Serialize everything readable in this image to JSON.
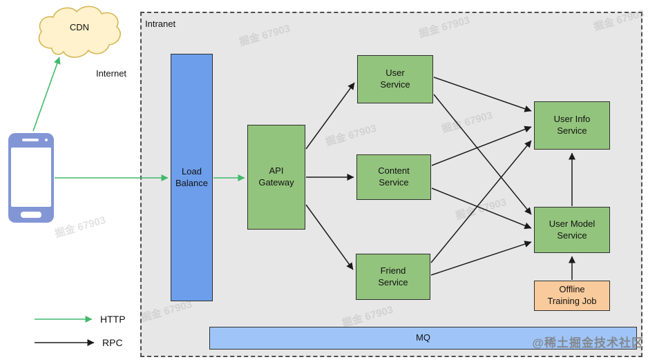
{
  "zones": {
    "internet_label": "Internet",
    "intranet_label": "Intranet"
  },
  "nodes": {
    "cdn": "CDN",
    "load_balance": "Load\nBalance",
    "api_gateway": "API\nGateway",
    "user_service": "User\nService",
    "content_service": "Content\nService",
    "friend_service": "Friend\nService",
    "user_info_service": "User Info\nService",
    "user_model_service": "User Model\nService",
    "offline_training_job": "Offline\nTraining Job",
    "mq": "MQ"
  },
  "legend": {
    "http_label": "HTTP",
    "rpc_label": "RPC"
  },
  "watermarks": {
    "tile_text": "掘金 67903",
    "brand_text": "@稀土掘金技术社区"
  },
  "colors": {
    "service_green": "#93C47D",
    "load_balance_blue": "#6D9EEB",
    "mq_blue": "#9FC5F8",
    "offline_orange": "#F9CB9C",
    "cloud_fill": "#FFF2CC",
    "cloud_border": "#D6B656",
    "http_arrow_green": "#42B96A",
    "rpc_arrow_black": "#1A1A1A",
    "intranet_background": "#E7E7E7",
    "phone_blue": "#8296D5"
  },
  "connections": [
    {
      "from": "Phone",
      "to": "CDN",
      "protocol": "HTTP"
    },
    {
      "from": "Phone",
      "to": "Load Balance",
      "protocol": "HTTP"
    },
    {
      "from": "Load Balance",
      "to": "API Gateway",
      "protocol": "HTTP"
    },
    {
      "from": "API Gateway",
      "to": "User Service",
      "protocol": "RPC"
    },
    {
      "from": "API Gateway",
      "to": "Content Service",
      "protocol": "RPC"
    },
    {
      "from": "API Gateway",
      "to": "Friend Service",
      "protocol": "RPC"
    },
    {
      "from": "User Service",
      "to": "User Info Service",
      "protocol": "RPC"
    },
    {
      "from": "User Service",
      "to": "User Model Service",
      "protocol": "RPC"
    },
    {
      "from": "Content Service",
      "to": "User Info Service",
      "protocol": "RPC"
    },
    {
      "from": "Content Service",
      "to": "User Model Service",
      "protocol": "RPC"
    },
    {
      "from": "Friend Service",
      "to": "User Info Service",
      "protocol": "RPC"
    },
    {
      "from": "Friend Service",
      "to": "User Model Service",
      "protocol": "RPC"
    },
    {
      "from": "User Model Service",
      "to": "User Info Service",
      "protocol": "RPC"
    },
    {
      "from": "Offline Training Job",
      "to": "User Model Service",
      "protocol": "RPC"
    }
  ]
}
